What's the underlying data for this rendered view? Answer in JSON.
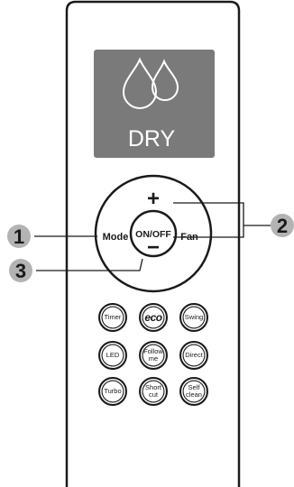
{
  "display": {
    "mode_text": "DRY",
    "icon": "water-drops-icon",
    "background": "#7a7a7a"
  },
  "dial": {
    "plus": "+",
    "minus": "−",
    "mode": "Mode",
    "onoff": "ON/OFF",
    "fan": "Fan"
  },
  "buttons": [
    {
      "label": "Timer"
    },
    {
      "label": "eco",
      "icon": "eco-icon"
    },
    {
      "label": "Swing"
    },
    {
      "label": "LED"
    },
    {
      "label": "Follow\nme"
    },
    {
      "label": "Direct"
    },
    {
      "label": "Turbo"
    },
    {
      "label": "Short\ncut"
    },
    {
      "label": "Self\nclean"
    }
  ],
  "callouts": {
    "one": "1",
    "two": "2",
    "three": "3"
  }
}
